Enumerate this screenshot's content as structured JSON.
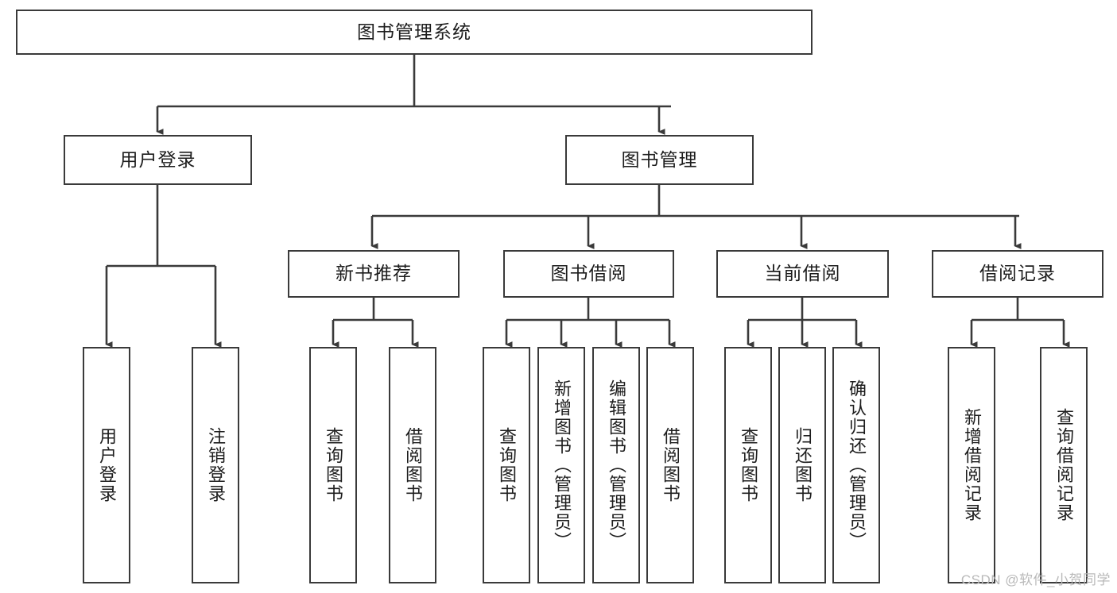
{
  "diagram": {
    "title": "图书管理系统",
    "type": "hierarchy-tree",
    "watermark": "CSDN @软件_小贺同学",
    "colors": {
      "box_border": "#3a3a3a",
      "box_fill": "#ffffff",
      "connector": "#3a3a3a",
      "text": "#1d1d1d",
      "watermark": "#b9b9b9"
    },
    "root": {
      "label": "图书管理系统"
    },
    "level2": [
      {
        "id": "user-login",
        "label": "用户登录"
      },
      {
        "id": "book-manage",
        "label": "图书管理"
      }
    ],
    "level3": [
      {
        "id": "new-book-recommend",
        "label": "新书推荐"
      },
      {
        "id": "book-borrow",
        "label": "图书借阅"
      },
      {
        "id": "current-borrow",
        "label": "当前借阅"
      },
      {
        "id": "borrow-record",
        "label": "借阅记录"
      }
    ],
    "leaves": {
      "user_login": [
        {
          "id": "leaf-user-login",
          "label": "用户登录"
        },
        {
          "id": "leaf-logout-login",
          "label": "注销登录"
        }
      ],
      "new_book_recommend": [
        {
          "id": "leaf-query-book-1",
          "label": "查询图书"
        },
        {
          "id": "leaf-borrow-book-1",
          "label": "借阅图书"
        }
      ],
      "book_borrow": [
        {
          "id": "leaf-query-book-2",
          "label": "查询图书"
        },
        {
          "id": "leaf-add-book",
          "label": "新增图书（管理员）"
        },
        {
          "id": "leaf-edit-book",
          "label": "编辑图书（管理员）"
        },
        {
          "id": "leaf-borrow-book-2",
          "label": "借阅图书"
        }
      ],
      "current_borrow": [
        {
          "id": "leaf-query-book-3",
          "label": "查询图书"
        },
        {
          "id": "leaf-return-book",
          "label": "归还图书"
        },
        {
          "id": "leaf-confirm-return",
          "label": "确认归还（管理员）"
        }
      ],
      "borrow_record": [
        {
          "id": "leaf-add-record",
          "label": "新增借阅记录"
        },
        {
          "id": "leaf-query-record",
          "label": "查询借阅记录"
        }
      ]
    }
  }
}
